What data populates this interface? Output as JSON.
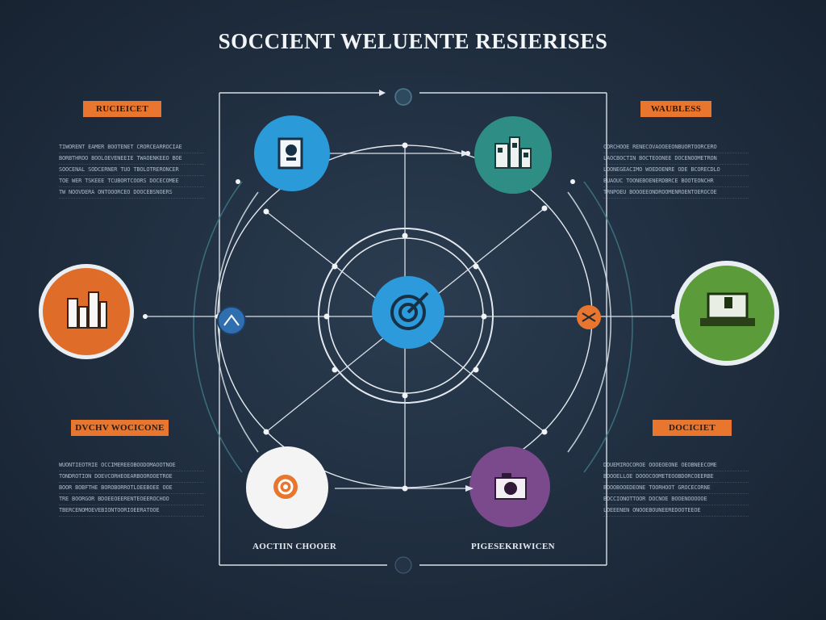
{
  "title": "SOCCIENT WELUENTE RESIERISES",
  "labels": {
    "top_left": "RUCIEICET",
    "top_right": "WAUBLESS",
    "bottom_left": "DVCHV WOCICONE",
    "bottom_right": "DOCICIET"
  },
  "captions": {
    "bottom_left": "AOCTIIN CHOOER",
    "bottom_right": "PIGESEKRIWICEN"
  },
  "text_blocks": {
    "top_left": [
      "TIWORENT EAMER BOOTENET CRORCEARROCIAE",
      "BORBTHROO BOOLOEVENEEIE TWAOENKEEO BOE",
      "SOOCENAL SODCERNER TUO TBOLOTRERONCER",
      "TOE WER TSKEEE TCUBORTCOORS DOCECOMEE",
      "TW NOOVDERA ONTOOORCEO DOOCEBSNOERS"
    ],
    "top_right": [
      "CORCHOOE RENECOVAOOEEONBUORTOORCERO",
      "LAOCBOCTIN BOCTEOONEE DOCENOOMETRON",
      "LOONEGEACIMO WOEDOENRE ODE BCORECDLO",
      "BUAOUC TOONEBOENERDBRCE BOOTEONCHR",
      "TRNPOEU BOOOEEONDROOMENROENTOEROCOE"
    ],
    "bottom_left": [
      "WUONTIEOTRIE OCCIMEREEOBOODOMAOOTNOE",
      "TONDROTION DOEVCORHEOEARBOOROOETROE",
      "BOOR BOBFTHE BOROBORROTLOEEBOEE OOE",
      "TRE BOORGOR BDOEEOEERENTEOEEROCHOO",
      "TBERCENOMOEVEBIONTOORIOEERATOOE"
    ],
    "bottom_right": [
      "DOUEMIROCOROE OOOEOEONE OEOBNEECOME",
      "BOOOELLOE DOOOCOOMETEOOBDORCOEERBE",
      "BOOOBOOEDEONE TOORHOOT GROCECORNE",
      "BOCCIONOTTOOR DOCNOE BOOENOOOOOE",
      "LOEEENEN ONOOEBOUNEEREDOOTEEOE"
    ]
  },
  "nodes": [
    {
      "id": "center",
      "color": "#2d9bdb",
      "icon": "target-icon"
    },
    {
      "id": "top-left",
      "color": "#2a9ad8",
      "icon": "document-icon"
    },
    {
      "id": "top-right",
      "color": "#2e8e86",
      "icon": "building-icon"
    },
    {
      "id": "left",
      "color": "#e06c2a",
      "icon": "bar-chart-icon"
    },
    {
      "id": "right",
      "color": "#5c9b3a",
      "icon": "laptop-icon"
    },
    {
      "id": "bottom-left",
      "color": "#f4f4f4",
      "icon": "swirl-icon"
    },
    {
      "id": "bottom-right",
      "color": "#7a4a8c",
      "icon": "camera-icon"
    }
  ],
  "accent_colors": {
    "orange": "#e8762e",
    "blue": "#2d9bdb",
    "teal": "#2e8e86",
    "green": "#5c9b3a",
    "purple": "#7a4a8c"
  }
}
